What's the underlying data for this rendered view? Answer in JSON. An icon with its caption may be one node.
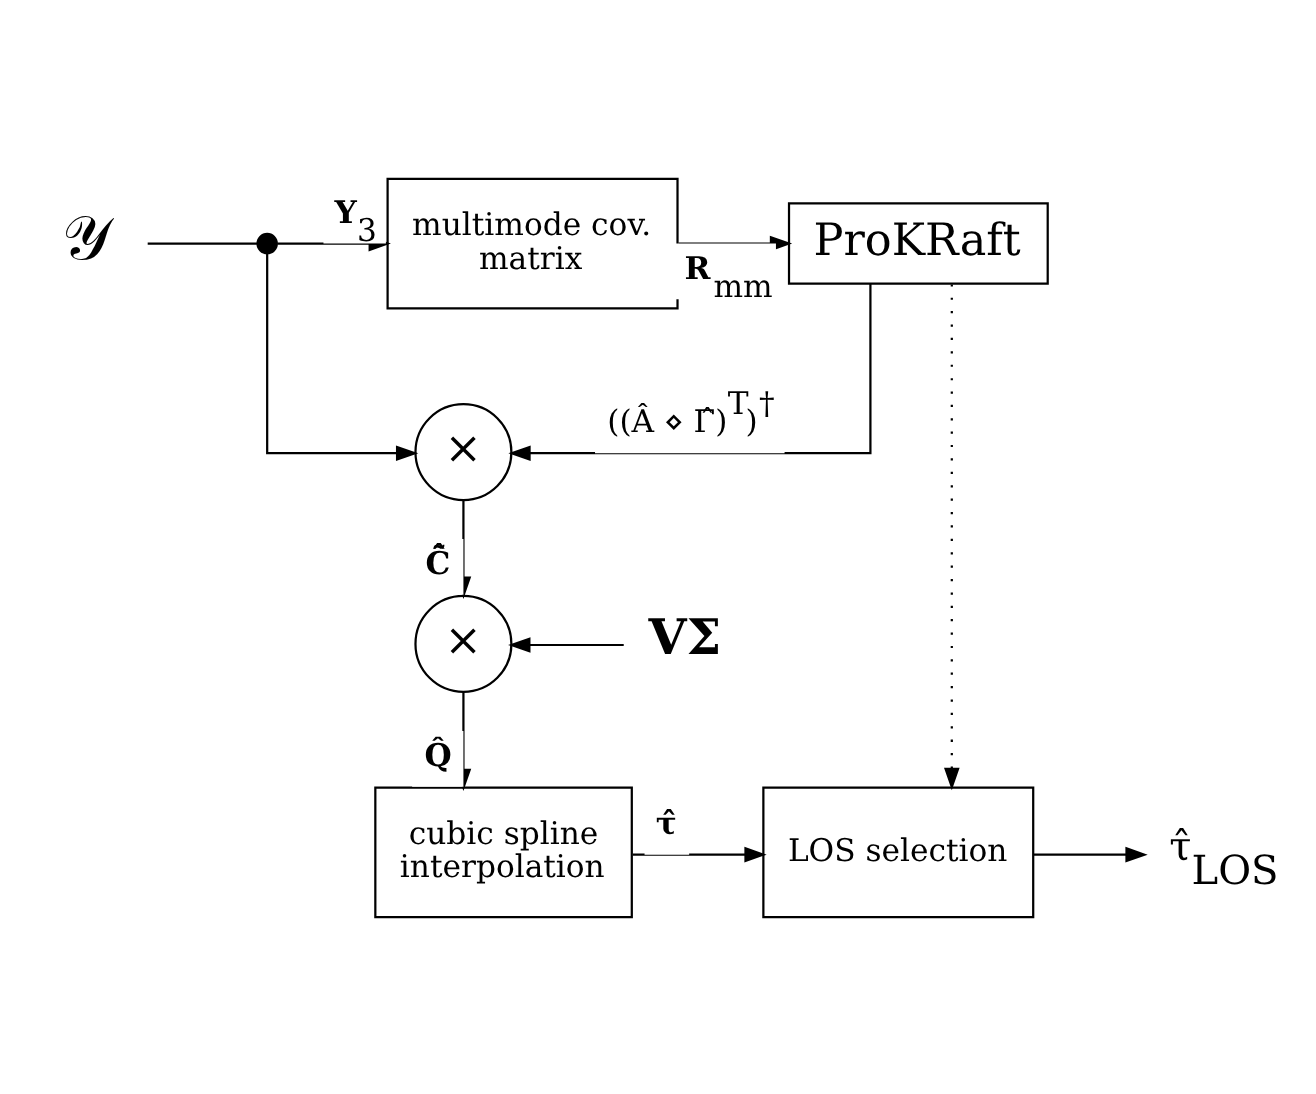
{
  "diagram": {
    "nodes": [
      {
        "text": [
          "𝒴"
        ]
      },
      {
        "text": [],
        "shape": "circle"
      },
      {
        "text": [
          "multimode cov. matrix"
        ]
      },
      {
        "text": [
          "ProKRaft"
        ]
      },
      {
        "text": [
          "×"
        ]
      },
      {
        "text": [
          "**VΣ**"
        ]
      },
      {
        "text": [
          "×"
        ]
      },
      {
        "text": [
          "cubic spline interpolation"
        ]
      },
      {
        "text": [
          "LOS selection"
        ]
      },
      {
        "text": [
          "τ̂$_{LOS}$"
        ]
      }
    ],
    "edges": [
      {
        "from": 0,
        "to": 1,
        "arrow": "none"
      },
      {
        "from": 1,
        "to": 2,
        "arrow": "to",
        "label": "**Y**$_{3}$"
      },
      {
        "from": 2,
        "to": 3,
        "arrow": "to",
        "label": "**R**$_{mm}$"
      },
      {
        "from": 1,
        "to": 4,
        "arrow": "to"
      },
      {
        "from": 3,
        "to": 4,
        "arrow": "to",
        "label": "((Â ⋄ Γ̂)$^{T}$)$^{†}$"
      },
      {
        "from": 3,
        "to": 8,
        "arrow": "to",
        "style": "dashed"
      },
      {
        "from": 4,
        "to": 6,
        "arrow": "to",
        "label": "**C̃̂**"
      },
      {
        "from": 5,
        "to": 6,
        "arrow": "to"
      },
      {
        "from": 6,
        "to": 7,
        "arrow": "to",
        "label": "**Q̂**"
      },
      {
        "from": 7,
        "to": 8,
        "arrow": "to",
        "label": "**τ̂**"
      },
      {
        "from": 8,
        "to": 9,
        "arrow": "to"
      }
    ]
  }
}
